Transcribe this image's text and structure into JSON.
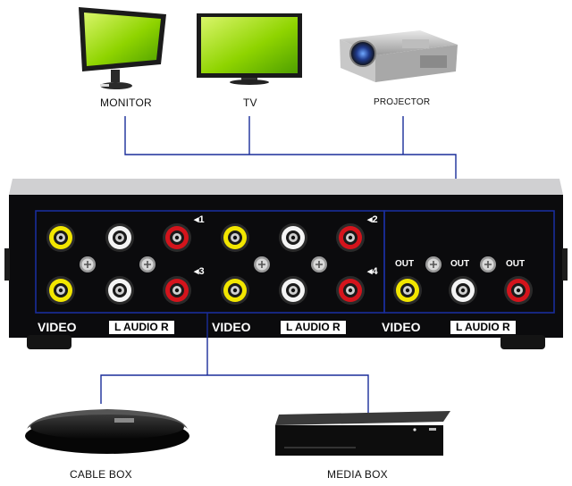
{
  "devices": {
    "outputs": [
      {
        "label": "MONITOR",
        "icon": "monitor-icon"
      },
      {
        "label": "TV",
        "icon": "tv-icon"
      },
      {
        "label": "PROJECTOR",
        "icon": "projector-icon"
      }
    ],
    "inputs": [
      {
        "label": "CABLE BOX",
        "icon": "cable-box-icon"
      },
      {
        "label": "MEDIA BOX",
        "icon": "media-box-icon"
      }
    ]
  },
  "switch_panel": {
    "port_numbers": [
      "◂1",
      "◂2",
      "◂3",
      "◂4"
    ],
    "video_label": "VIDEO",
    "audio_label": "L  AUDIO  R",
    "out_label": "OUT"
  },
  "colors": {
    "connection_line": "#1a2d9a",
    "video_jack": "#f2e600",
    "audio_left_jack": "#f4f4f4",
    "audio_right_jack": "#d4141c",
    "panel": "#0b0b0d",
    "screen_green": "#8fd400"
  }
}
